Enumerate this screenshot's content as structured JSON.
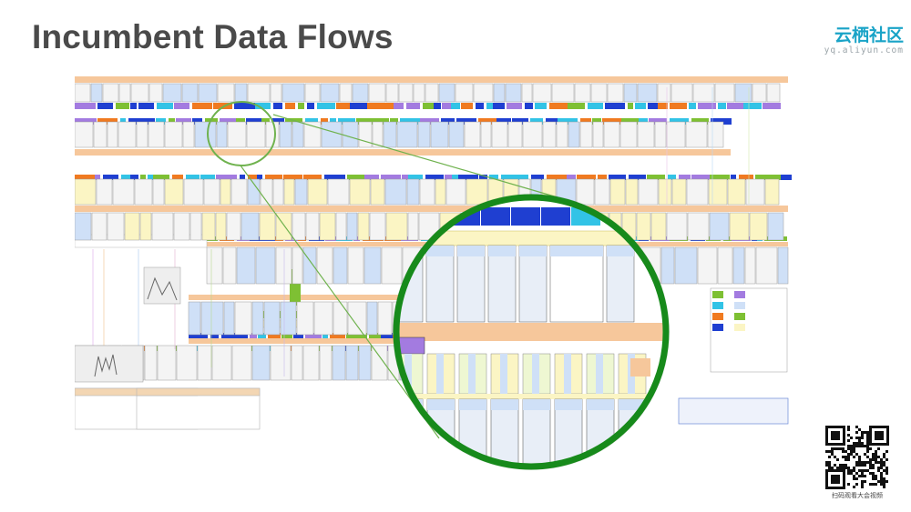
{
  "slide": {
    "title": "Incumbent Data Flows"
  },
  "brand": {
    "name": "云栖社区",
    "url": "yq.aliyun.com"
  },
  "qr": {
    "caption": "扫码观看大会视频"
  },
  "colors": {
    "band_orange": "#f6c79b",
    "accent_blue": "#1f3fd1",
    "accent_lime": "#7ec033",
    "accent_orange": "#f07a20",
    "accent_purple": "#a37be0",
    "accent_cyan": "#32c3e6",
    "pale_yellow": "#fbf5c4",
    "box_blue": "#cfe0f7",
    "zoom_ring": "#178a1b",
    "highlight_circle": "#6fb24e"
  },
  "icons": {
    "zoom": "magnifier-circle-icon",
    "qr": "qr-code-icon"
  }
}
